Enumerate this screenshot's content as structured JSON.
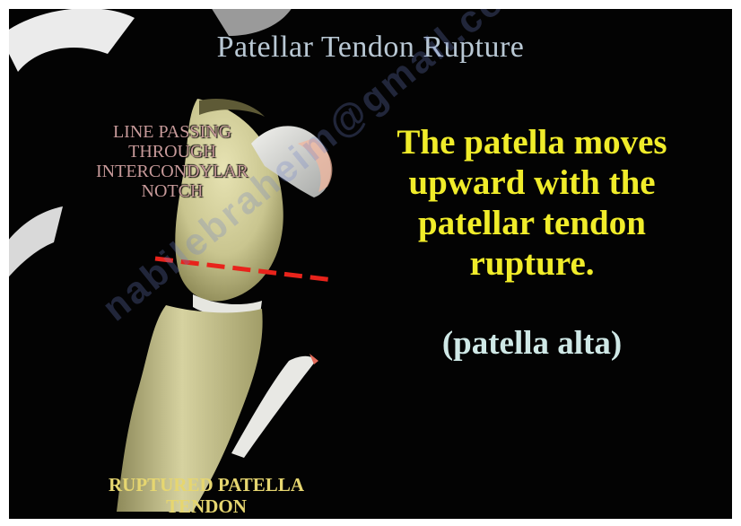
{
  "slide": {
    "title": "Patellar Tendon Rupture",
    "label_line": "LINE PASSING THROUGH INTERCONDYLAR NOTCH",
    "label_line_rows": [
      "LINE PASSING",
      "THROUGH",
      "INTERCONDYLAR",
      "NOTCH"
    ],
    "label_tendon_rows": [
      "RUPTURED PATELLA",
      "TENDON"
    ],
    "main_text_rows": [
      "The patella moves",
      "upward with the",
      "patellar tendon",
      "rupture."
    ],
    "sub_text": "(patella alta)",
    "watermark": "nabilebraheim@gmail.com"
  },
  "colors": {
    "background": "#030303",
    "title": "#b9c8d4",
    "main_text": "#f0ec2a",
    "sub_text": "#cfe8e6",
    "label_line": "#c79a9a",
    "label_tendon": "#e6d670",
    "dashed_line": "#e8231b"
  },
  "icons": {
    "illustration": "knee-bone-icon",
    "marker": "dashed-line-icon"
  }
}
